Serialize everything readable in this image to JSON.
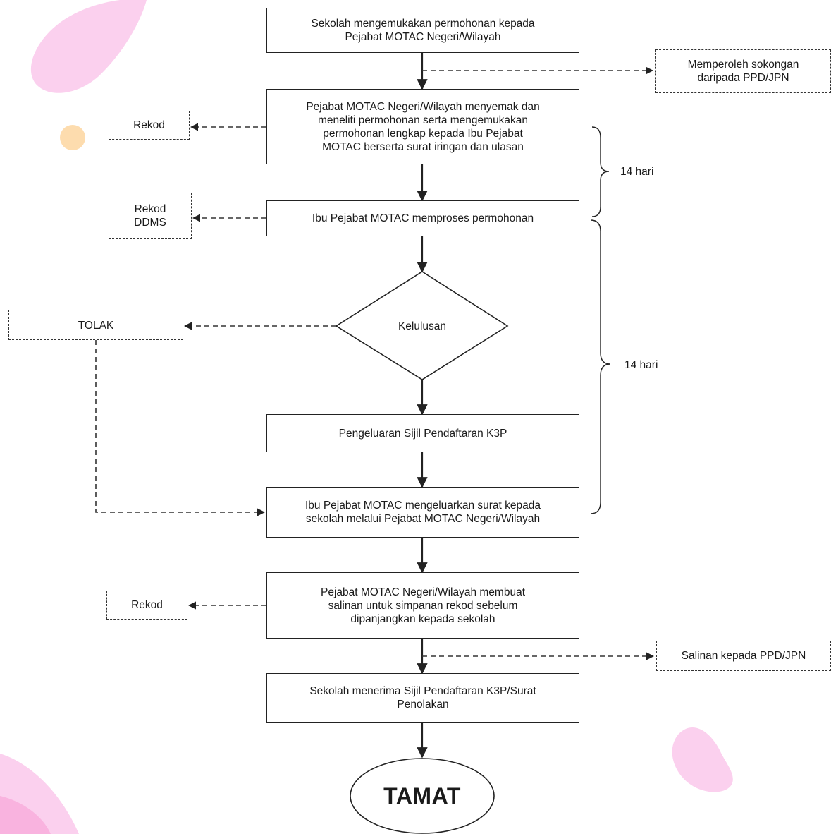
{
  "steps": {
    "s1": "Sekolah mengemukakan permohonan kepada\nPejabat MOTAC Negeri/Wilayah",
    "s2": "Pejabat MOTAC Negeri/Wilayah menyemak dan\nmeneliti permohonan serta mengemukakan\npermohonan lengkap kepada Ibu Pejabat\nMOTAC berserta surat iringan dan ulasan",
    "s3": "Ibu Pejabat MOTAC memproses permohonan",
    "decision": "Kelulusan",
    "s4": "Pengeluaran Sijil Pendaftaran K3P",
    "s5": "Ibu Pejabat MOTAC mengeluarkan surat kepada\nsekolah melalui Pejabat MOTAC Negeri/Wilayah",
    "s6": "Pejabat MOTAC Negeri/Wilayah membuat\nsalinan untuk simpanan rekod sebelum\ndipanjangkan kepada sekolah",
    "s7": "Sekolah menerima Sijil Pendaftaran K3P/Surat\nPenolakan",
    "end": "TAMAT"
  },
  "side_notes": {
    "support": "Memperoleh sokongan\ndaripada PPD/JPN",
    "rekod1": "Rekod",
    "rekod_ddms": "Rekod\nDDMS",
    "tolak": "TOLAK",
    "rekod2": "Rekod",
    "salinan": "Salinan kepada PPD/JPN"
  },
  "durations": {
    "first": "14 hari",
    "second": "14 hari"
  },
  "colors": {
    "blob_pink": "#fbd0ee",
    "blob_pink_dark": "#f9b3df",
    "blob_orange": "#fddcae",
    "line": "#222222"
  }
}
